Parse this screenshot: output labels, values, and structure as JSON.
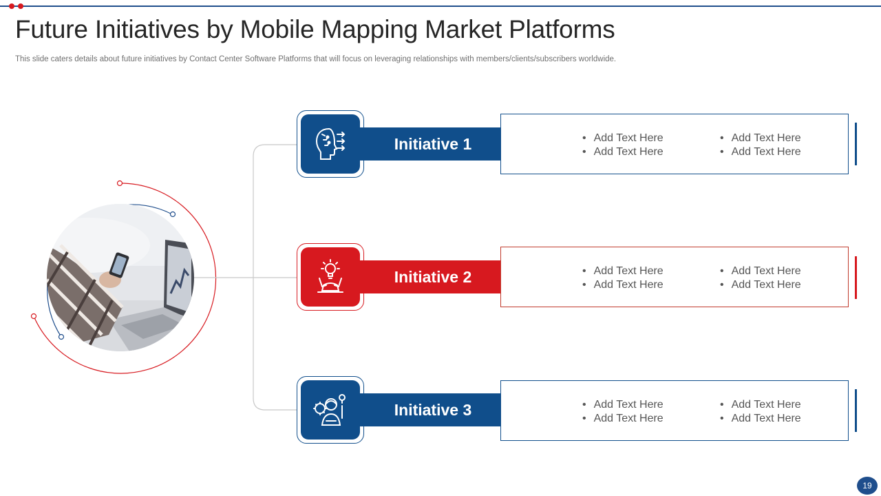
{
  "title": "Future Initiatives  by Mobile Mapping Market Platforms",
  "subtitle": "This slide caters details about future initiatives by Contact Center Software Platforms that will focus on leveraging relationships with members/clients/subscribers worldwide.",
  "colors": {
    "blue": "#104e8b",
    "red": "#d7191f",
    "line": "#c8c8c8"
  },
  "initiatives": [
    {
      "label": "Initiative 1",
      "icon": "ai-head-icon",
      "color": "blue",
      "col1": [
        "Add Text Here",
        "Add Text Here"
      ],
      "col2": [
        "Add Text Here",
        "Add Text Here"
      ]
    },
    {
      "label": "Initiative 2",
      "icon": "idea-person-icon",
      "color": "red",
      "col1": [
        "Add Text Here",
        "Add Text Here"
      ],
      "col2": [
        "Add Text Here",
        "Add Text Here"
      ]
    },
    {
      "label": "Initiative 3",
      "icon": "thinking-person-icon",
      "color": "blue",
      "col1": [
        "Add Text Here",
        "Add Text Here"
      ],
      "col2": [
        "Add Text Here",
        "Add Text Here"
      ]
    }
  ],
  "page_number": "19"
}
